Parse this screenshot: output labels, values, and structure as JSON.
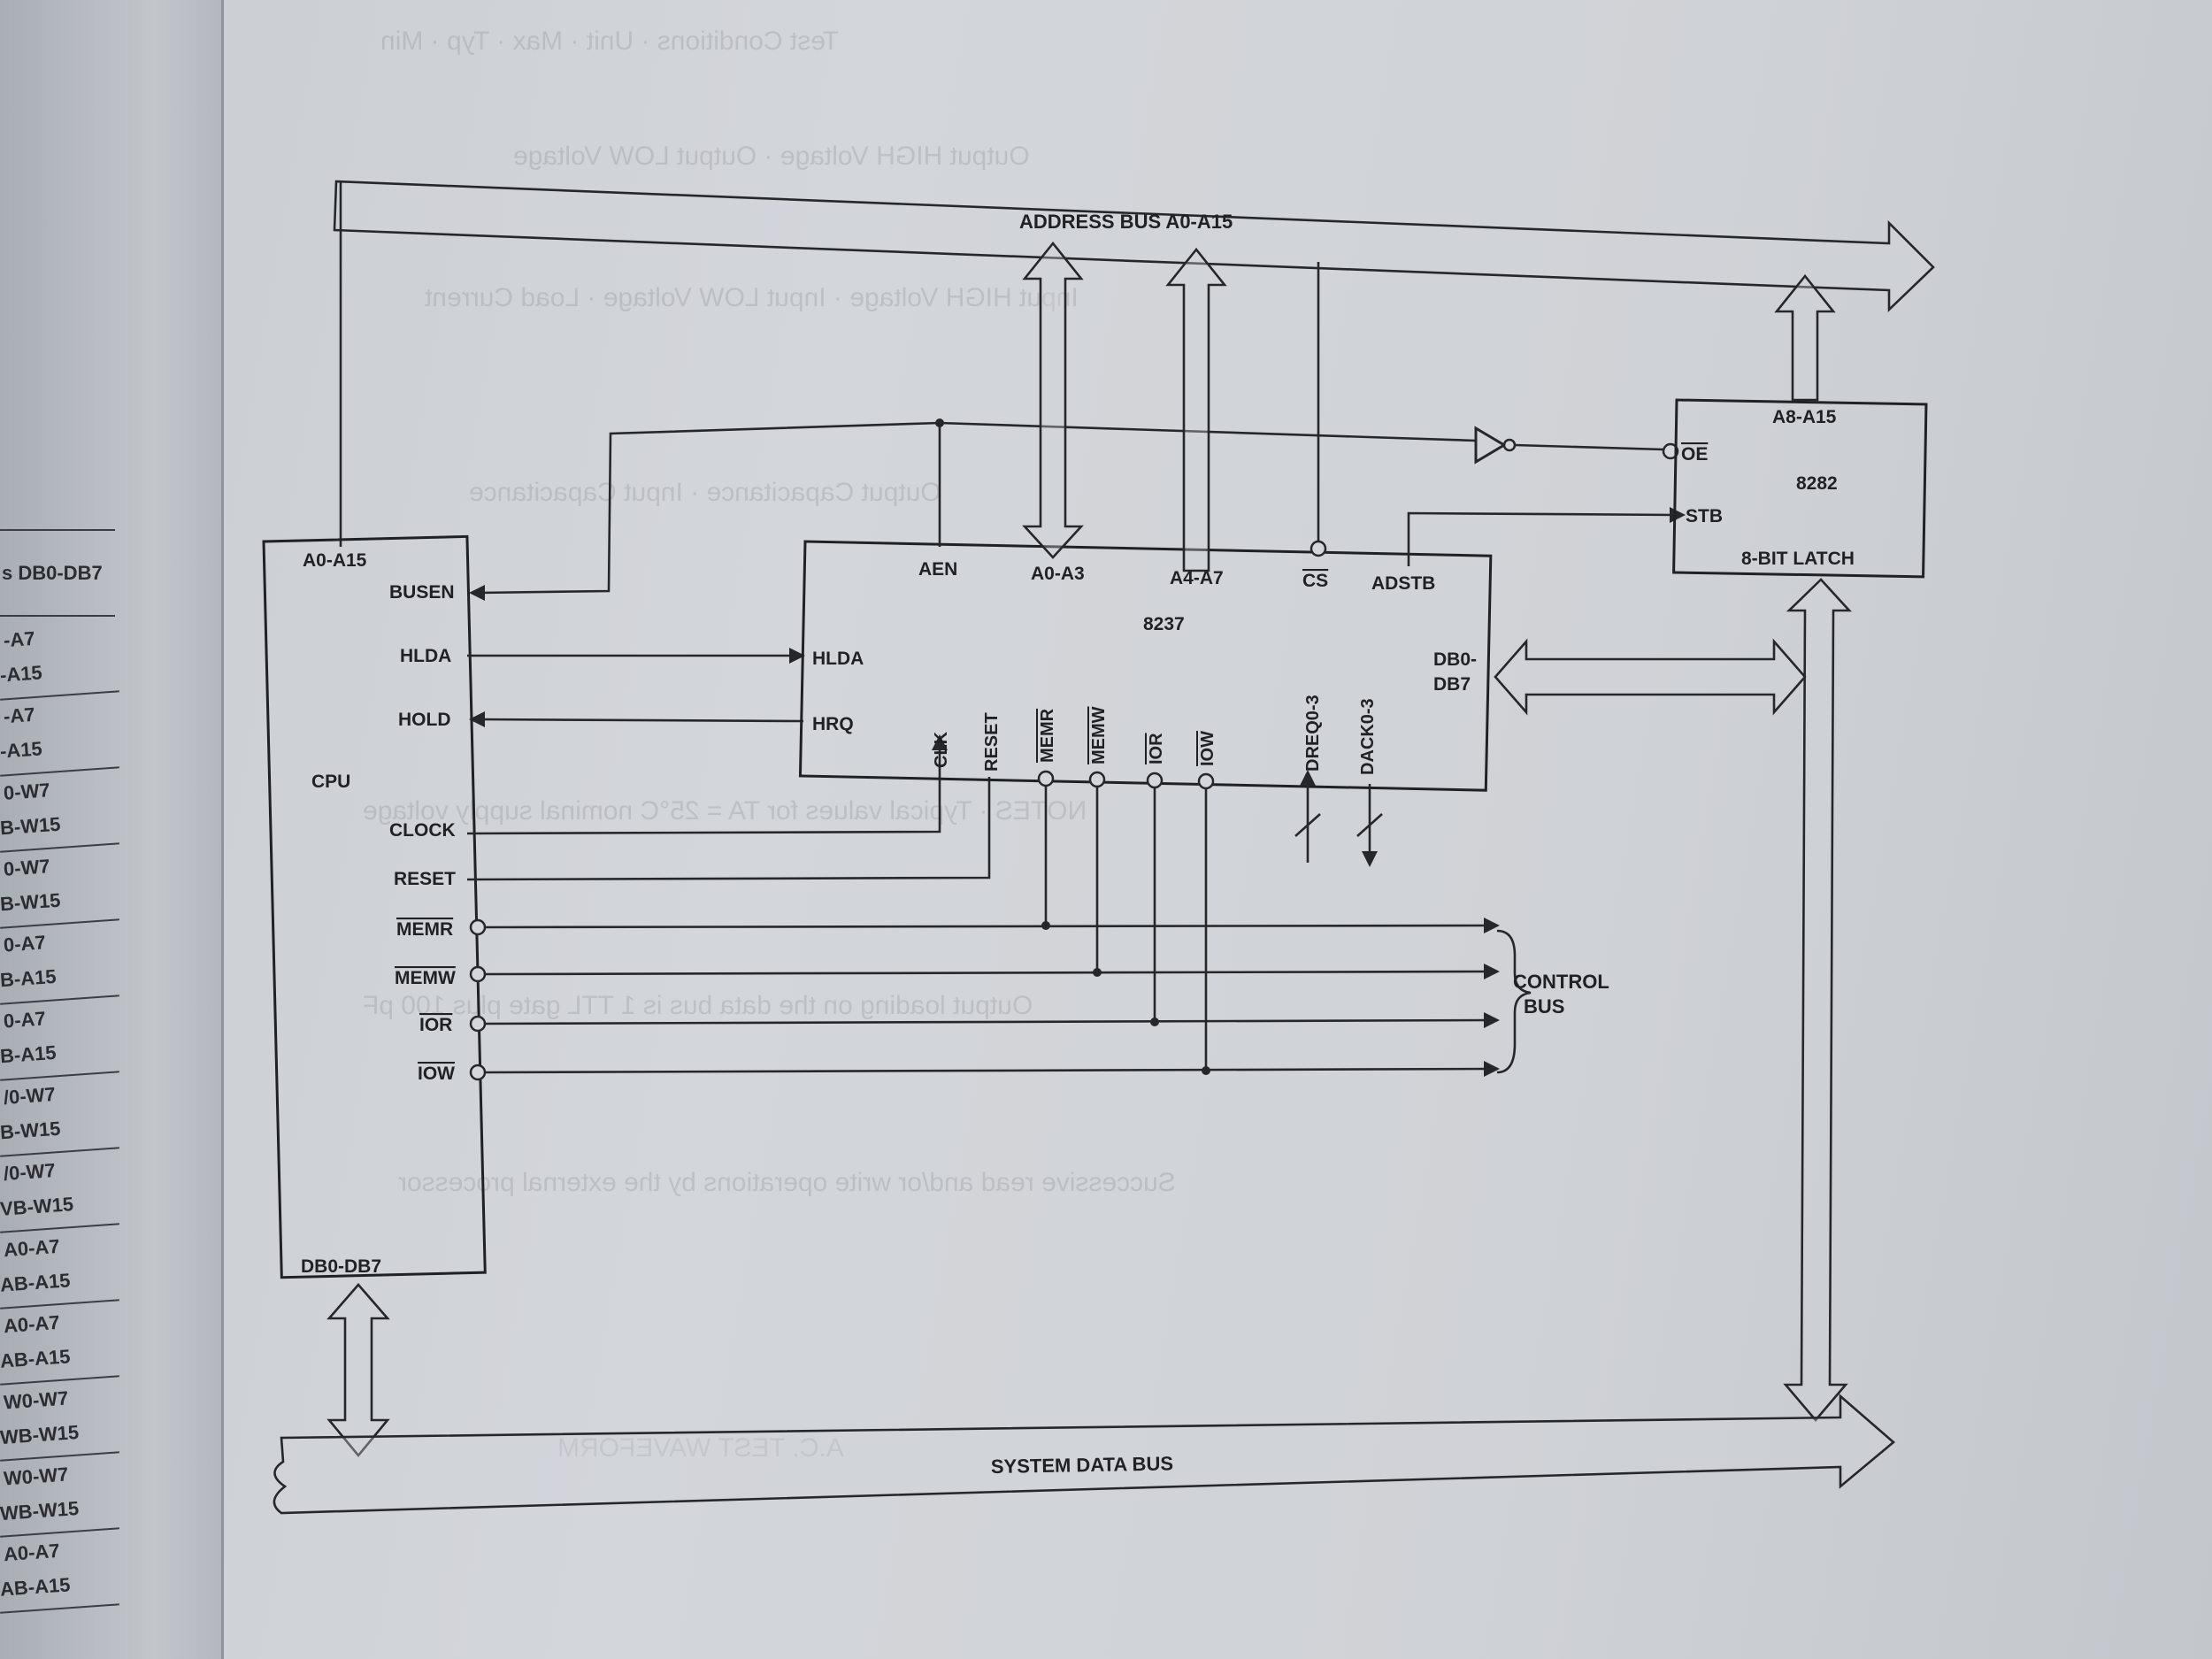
{
  "left_page": {
    "header": "s DB0-DB7",
    "rows": [
      "-A7",
      "-A15",
      "-A7",
      "-A15",
      "0-W7",
      "B-W15",
      "0-W7",
      "B-W15",
      "0-A7",
      "B-A15",
      "0-A7",
      "B-A15",
      "/0-W7",
      "B-W15",
      "/0-W7",
      "VB-W15",
      "A0-A7",
      "AB-A15",
      "A0-A7",
      "AB-A15",
      "W0-W7",
      "WB-W15",
      "W0-W7",
      "WB-W15",
      "A0-A7",
      "AB-A15"
    ]
  },
  "buses": {
    "address": "ADDRESS BUS A0-A15",
    "control_line1": "CONTROL",
    "control_line2": "BUS",
    "data": "SYSTEM DATA BUS"
  },
  "cpu": {
    "title": "CPU",
    "address": "A0-A15",
    "data": "DB0-DB7",
    "pins": [
      "BUSEN",
      "HLDA",
      "HOLD",
      "CLOCK",
      "RESET",
      "MEMR",
      "MEMW",
      "IOR",
      "IOW"
    ]
  },
  "dma": {
    "title": "8237",
    "top_pins": [
      "AEN",
      "A0-A3",
      "A4-A7",
      "CS",
      "ADSTB"
    ],
    "left_pins": [
      "HLDA",
      "HRQ"
    ],
    "bottom_pins": [
      "CLK",
      "RESET",
      "MEMR",
      "MEMW",
      "IOR",
      "IOW",
      "DREQ0-3",
      "DACK0-3"
    ],
    "data_line1": "DB0-",
    "data_line2": "DB7"
  },
  "latch": {
    "title": "8282",
    "address": "A8-A15",
    "oe": "OE",
    "stb": "STB",
    "subtitle": "8-BIT LATCH"
  }
}
